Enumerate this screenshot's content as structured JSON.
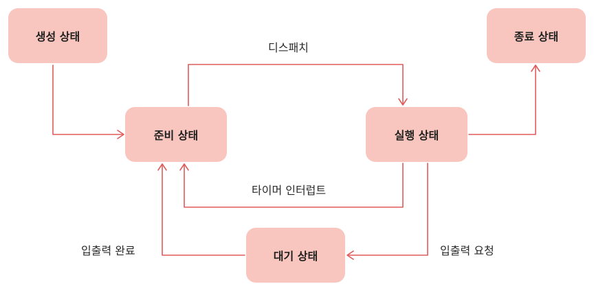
{
  "states": {
    "created": "생성 상태",
    "ready": "준비 상태",
    "running": "실행 상태",
    "terminated": "종료 상태",
    "waiting": "대기 상태"
  },
  "transitions": {
    "dispatch": "디스패치",
    "timer_interrupt": "타이머 인터럽트",
    "io_complete": "입출력 완료",
    "io_request": "입출력 요청"
  },
  "colors": {
    "box_fill": "#f8c6be",
    "arrow": "#e05a5a"
  }
}
